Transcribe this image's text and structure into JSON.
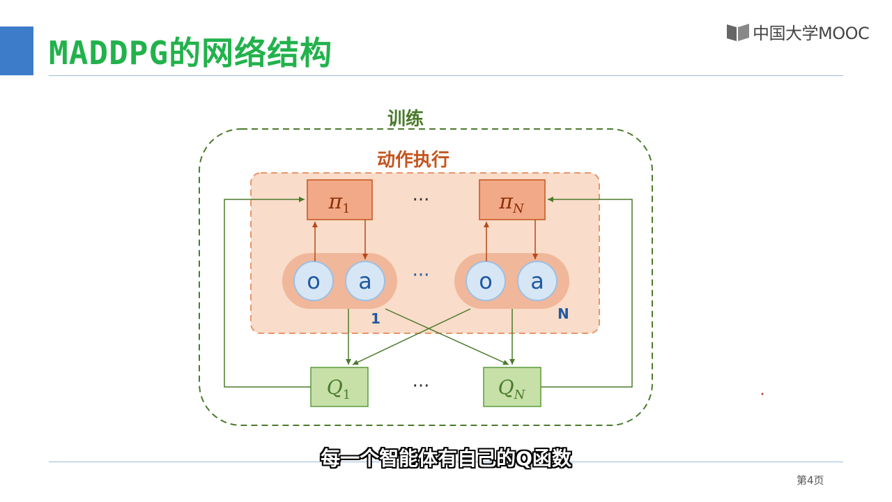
{
  "slide": {
    "title": "MADDPG的网络结构",
    "logo_text": "中国大学MOOC",
    "page_number": "第4页",
    "subtitle": "每一个智能体有自己的Q函数"
  },
  "diagram": {
    "training_label": "训练",
    "execution_label": "动作执行",
    "policy_1": {
      "symbol": "π",
      "sub": "1"
    },
    "policy_n": {
      "symbol": "π",
      "sub": "N"
    },
    "critic_1": {
      "symbol": "Q",
      "sub": "1"
    },
    "critic_n": {
      "symbol": "Q",
      "sub": "N"
    },
    "obs_label": "o",
    "act_label": "a",
    "agent_1_label": "1",
    "agent_n_label": "N",
    "ellipsis": "···",
    "colors": {
      "training_border": "#4a7a2b",
      "exec_border": "#e8956a",
      "exec_fill": "#f9dcc9",
      "policy_fill": "#f2a987",
      "policy_border": "#c4551e",
      "critic_fill": "#c6e0a8",
      "critic_border": "#5a9a3a",
      "pill_fill": "#f0b79a",
      "node_fill": "#d7e6f5",
      "node_border": "#9cc0e4",
      "node_text": "#1f5aa0"
    }
  }
}
